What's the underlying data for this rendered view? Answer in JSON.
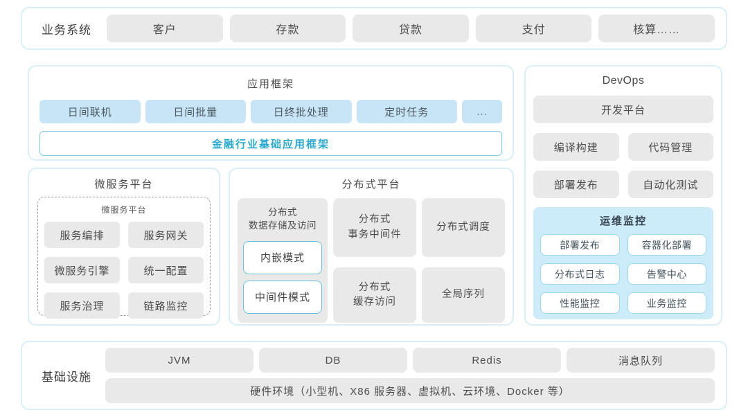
{
  "colors": {
    "panel_border": "#d9eef5",
    "gray_block": "#e9e9e9",
    "blue_block": "#c7e5f6",
    "monitor_panel_bg": "#cdecfa",
    "monitor_chip_border": "#9ed7ec",
    "accent_text": "#29a9cd",
    "accent_border": "#7ecfe6"
  },
  "business": {
    "label": "业务系统",
    "items": [
      "客户",
      "存款",
      "贷款",
      "支付",
      "核算……"
    ]
  },
  "app_framework": {
    "title": "应用框架",
    "modules": [
      "日间联机",
      "日间批量",
      "日终批处理",
      "定时任务"
    ],
    "more": "...",
    "base_framework": "金融行业基础应用框架"
  },
  "devops": {
    "title": "DevOps",
    "dev_platform": "开发平台",
    "tools": [
      "编译构建",
      "代码管理",
      "部署发布",
      "自动化测试"
    ],
    "monitor": {
      "title": "运维监控",
      "items": [
        "部署发布",
        "容器化部署",
        "分布式日志",
        "告警中心",
        "性能监控",
        "业务监控"
      ]
    }
  },
  "microservice": {
    "title": "微服务平台",
    "inner_title": "微服务平台",
    "items": [
      "服务编排",
      "服务网关",
      "微服务引擎",
      "统一配置",
      "服务治理",
      "链路监控"
    ]
  },
  "distributed": {
    "title": "分布式平台",
    "storage": {
      "title_line1": "分布式",
      "title_line2": "数据存储及访问",
      "modes": [
        "内嵌模式",
        "中间件模式"
      ]
    },
    "transaction_line1": "分布式",
    "transaction_line2": "事务中间件",
    "scheduling": "分布式调度",
    "cache_line1": "分布式",
    "cache_line2": "缓存访问",
    "sequence": "全局序列"
  },
  "infrastructure": {
    "label": "基础设施",
    "items": [
      "JVM",
      "DB",
      "Redis",
      "消息队列"
    ],
    "hardware": "硬件环境（小型机、X86 服务器、虚拟机、云环境、Docker 等）"
  }
}
